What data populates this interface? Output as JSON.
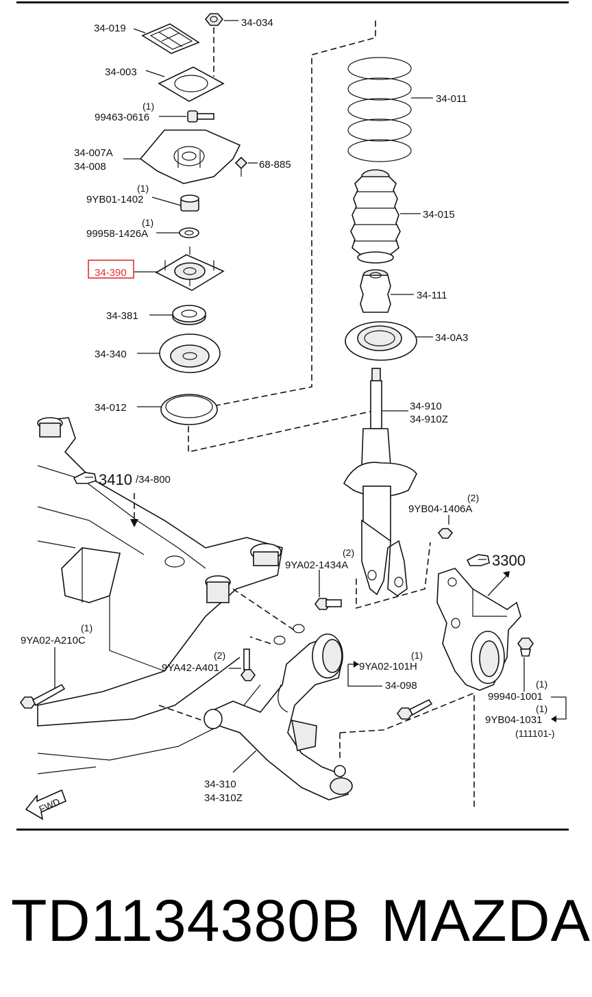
{
  "diagram": {
    "labels": {
      "p34_019": "34-019",
      "p34_034": "34-034",
      "p34_003": "34-003",
      "p99463_qty": "(1)",
      "p99463": "99463-0616",
      "p34_011": "34-011",
      "p34_007a": "34-007A",
      "p34_008": "34-008",
      "p68_885": "68-885",
      "p9yb01_qty": "(1)",
      "p9yb01": "9YB01-1402",
      "p34_015": "34-015",
      "p99958_qty": "(1)",
      "p99958": "99958-1426A",
      "p34_390": "34-390",
      "p34_111": "34-111",
      "p34_381": "34-381",
      "p34_0a3": "34-0A3",
      "p34_340": "34-340",
      "p34_910": "34-910",
      "p34_910z": "34-910Z",
      "p34_012": "34-012",
      "ref3410": "3410",
      "ref34800": "/34-800",
      "p9yb04_1406_qty": "(2)",
      "p9yb04_1406": "9YB04-1406A",
      "p9ya02_1434_qty": "(2)",
      "p9ya02_1434": "9YA02-1434A",
      "ref3300": "3300",
      "p9ya02_a210_qty": "(1)",
      "p9ya02_a210": "9YA02-A210C",
      "p9ya42_qty": "(2)",
      "p9ya42": "9YA42-A401",
      "p9ya02_101h_qty": "(1)",
      "p9ya02_101h": "9YA02-101H",
      "p34_098": "34-098",
      "p99940_qty": "(1)",
      "p99940": "99940-1001",
      "p9yb04_1031_qty": "(1)",
      "p9yb04_1031": "9YB04-1031",
      "date_note": "(111101-)",
      "p34_310": "34-310",
      "p34_310z": "34-310Z",
      "fwd": "FWD"
    },
    "highlight_color": "#e03030"
  },
  "footer": {
    "part_number": "TD1134380B",
    "brand": "MAZDA"
  }
}
